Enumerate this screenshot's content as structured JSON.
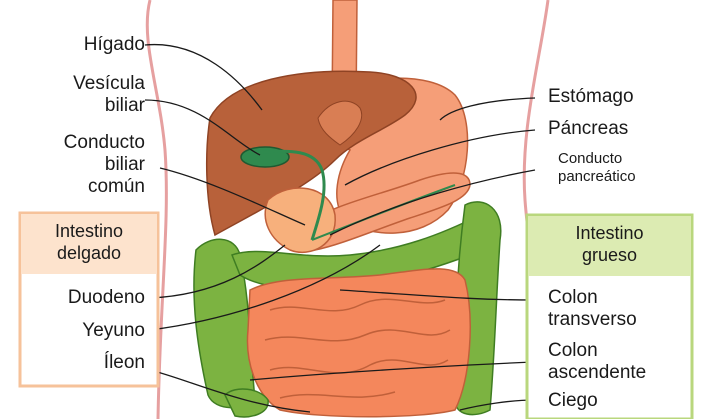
{
  "labels": {
    "higado": "Hígado",
    "vesicula": "Vesícula\nbiliar",
    "conducto_biliar": "Conducto\nbiliar\ncomún",
    "estomago": "Estómago",
    "pancreas": "Páncreas",
    "conducto_pancreatico": "Conducto\npancreático",
    "duodeno": "Duodeno",
    "yeyuno": "Yeyuno",
    "ileon": "Íleon",
    "colon_transverso": "Colon\ntransverso",
    "colon_ascendente": "Colon\nascendente",
    "ciego": "Ciego"
  },
  "groups": {
    "intestino_delgado": "Intestino\ndelgado",
    "intestino_grueso": "Intestino\ngrueso"
  },
  "colors": {
    "liver": "#b8613a",
    "liver_dark": "#8f4324",
    "stomach": "#f59e78",
    "gallbladder": "#2f8a4e",
    "small_intestine": "#f4875c",
    "colon": "#7cb341",
    "colon_dark": "#3f7d22",
    "body_outline": "#e6a0a0",
    "small_panel_border": "#f6c29a",
    "small_panel_fill": "#fde3cd",
    "large_panel_border": "#b9d77d",
    "large_panel_fill": "#dcebb2"
  }
}
